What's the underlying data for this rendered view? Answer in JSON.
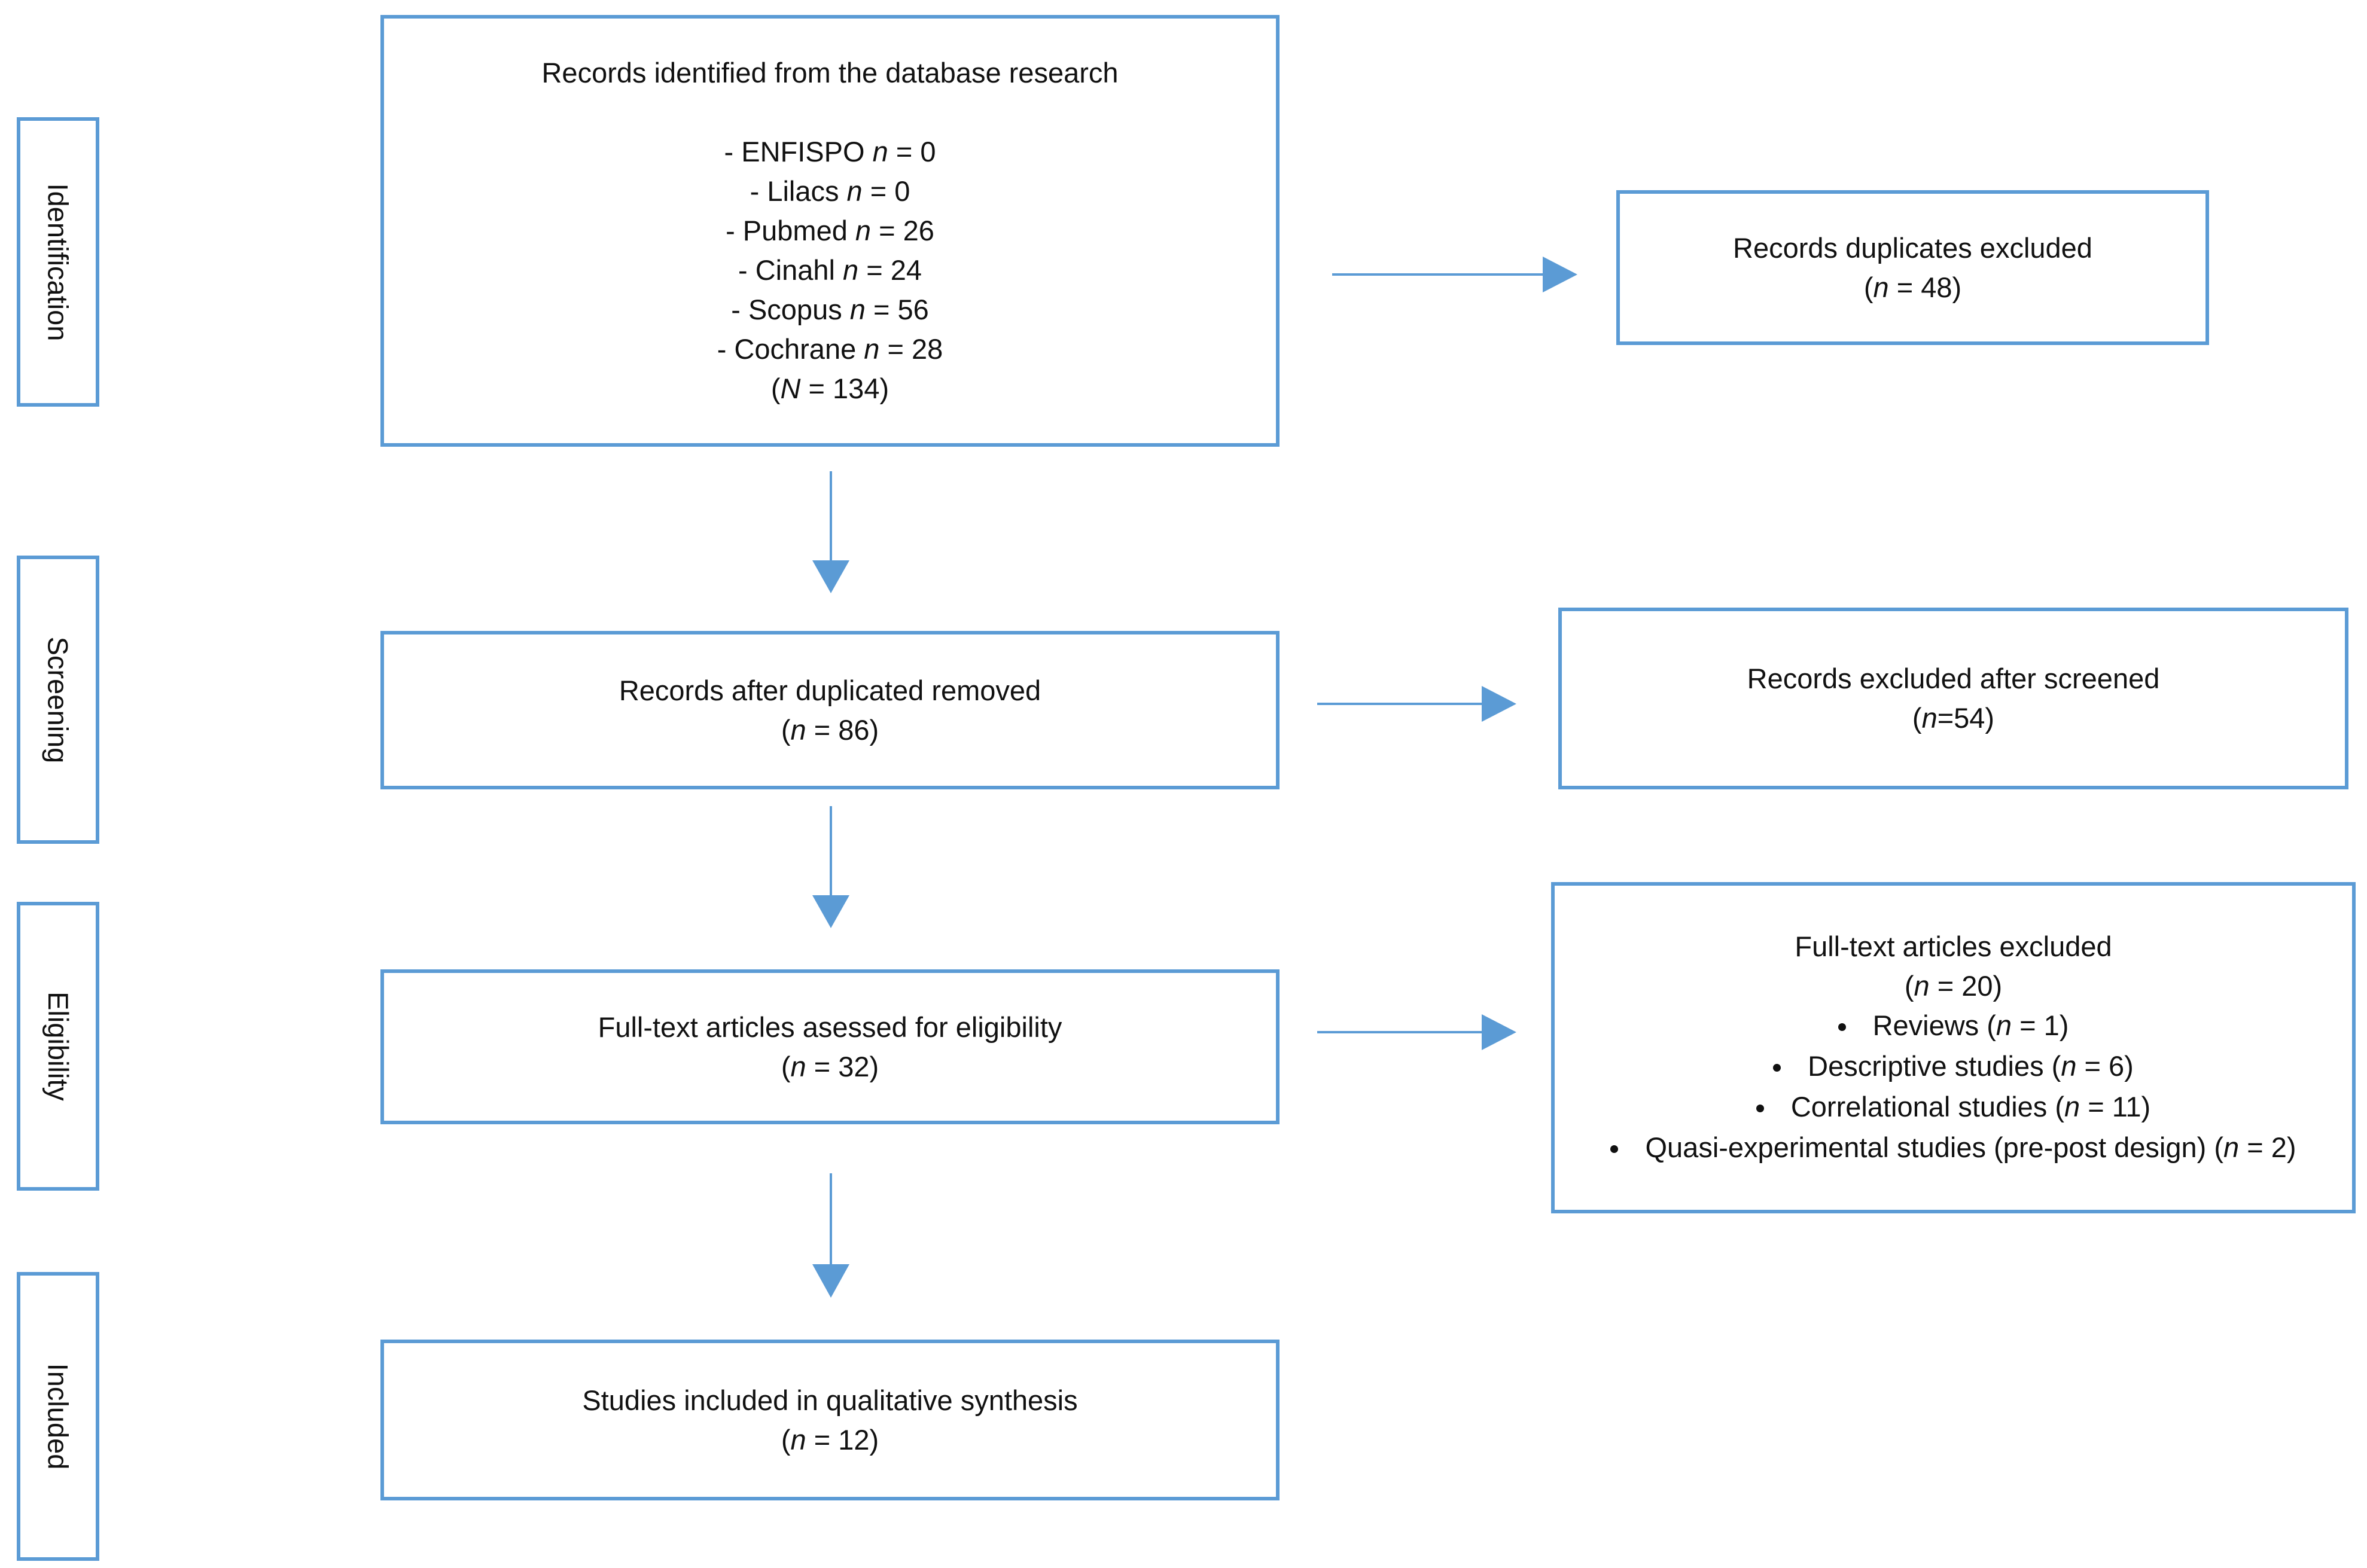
{
  "stages": {
    "identification": "Identification",
    "screening": "Screening",
    "eligibility": "Eligibility",
    "included": "Included"
  },
  "identified": {
    "title": "Records identified from the database research",
    "sources": [
      {
        "prefix": "- ENFISPO ",
        "n": "n",
        "value": " = 0"
      },
      {
        "prefix": "- Lilacs ",
        "n": "n",
        "value": " = 0"
      },
      {
        "prefix": "- Pubmed ",
        "n": "n",
        "value": " = 26"
      },
      {
        "prefix": "- Cinahl ",
        "n": "n",
        "value": " = 24"
      },
      {
        "prefix": "- Scopus ",
        "n": "n",
        "value": " = 56"
      },
      {
        "prefix": "- Cochrane ",
        "n": "n",
        "value": " = 28"
      }
    ],
    "total_open": "(",
    "total_n": "N",
    "total_value": " = 134)"
  },
  "duplicates": {
    "title": "Records duplicates excluded",
    "count_open": "(",
    "count_n": "n",
    "count_value": " = 48)"
  },
  "after_duplicates": {
    "title": "Records after duplicated removed",
    "count_open": "(",
    "count_n": "n",
    "count_value": " = 86)"
  },
  "excluded_screened": {
    "title": "Records excluded after screened",
    "count_open": "(",
    "count_n": "n",
    "count_value": "=54)"
  },
  "fulltext_assessed": {
    "title": "Full-text articles asessed for eligibility",
    "count_open": "(",
    "count_n": "n",
    "count_value": " = 32)"
  },
  "fulltext_excluded": {
    "title": "Full-text articles excluded",
    "count_open": "(",
    "count_n": "n",
    "count_value": " = 20)",
    "reasons": [
      {
        "label": "Reviews (",
        "n": "n",
        "value": " = 1)"
      },
      {
        "label": "Descriptive studies (",
        "n": "n",
        "value": " = 6)"
      },
      {
        "label": "Correlational studies (",
        "n": "n",
        "value": " = 11)"
      },
      {
        "label": "Quasi-experimental studies (pre-post design) (",
        "n": "n",
        "value": " = 2)"
      }
    ]
  },
  "included": {
    "title": "Studies included in qualitative synthesis",
    "count_open": "(",
    "count_n": "n",
    "count_value": " = 12)"
  },
  "colors": {
    "border": "#5b9bd5",
    "arrow": "#5b9bd5"
  }
}
